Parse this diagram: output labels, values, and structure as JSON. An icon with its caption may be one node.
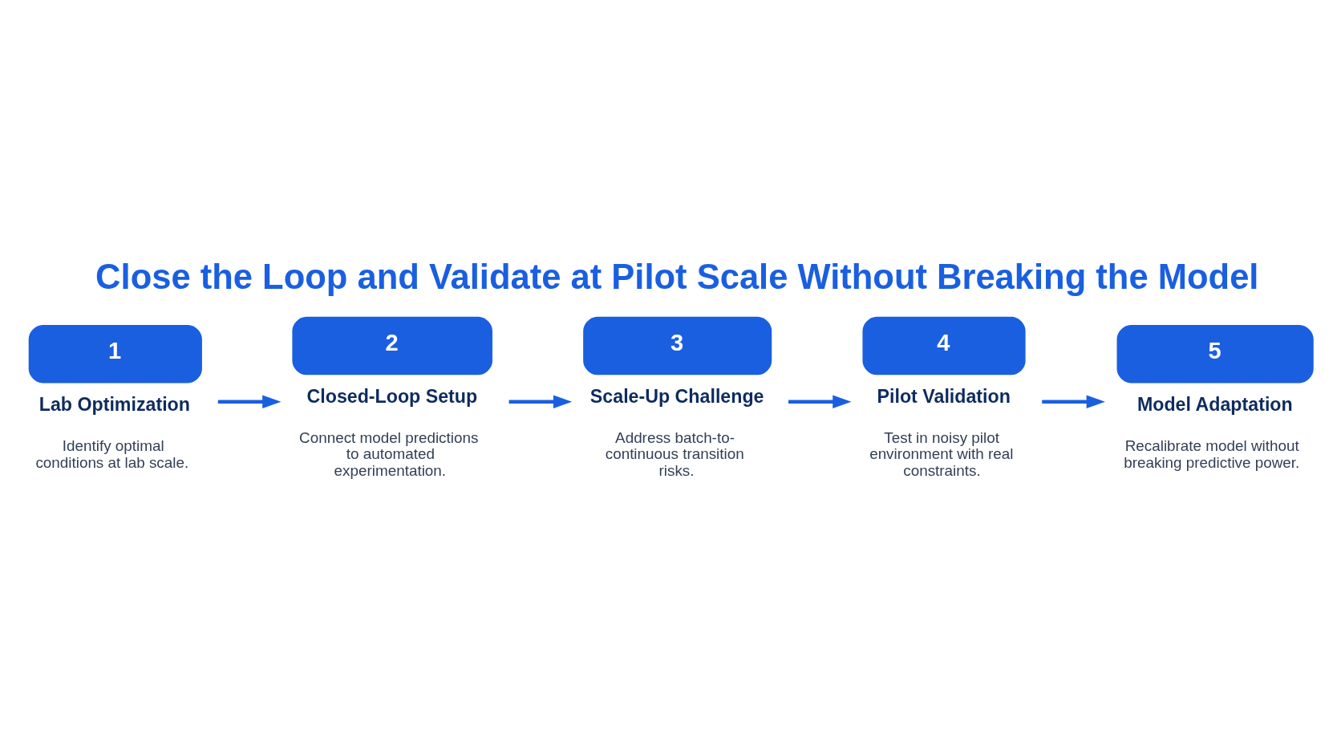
{
  "diagram": {
    "title": "Close the Loop and Validate at Pilot Scale Without Breaking the Model",
    "nodes": [
      {
        "text": [
          "1",
          "Lab Optimization",
          "Identify optimal conditions at lab scale."
        ]
      },
      {
        "text": [
          "2",
          "Closed-Loop Setup",
          "Connect model predictions to automated experimentation."
        ]
      },
      {
        "text": [
          "3",
          "Scale-Up Challenge",
          "Address batch-to-continuous transition risks."
        ]
      },
      {
        "text": [
          "4",
          "Pilot Validation",
          "Test in noisy pilot environment with real constraints."
        ]
      },
      {
        "text": [
          "5",
          "Model Adaptation",
          "Recalibrate model without breaking predictive power."
        ]
      }
    ],
    "edges": [
      {
        "from": 0,
        "to": 1,
        "arrow": "to"
      },
      {
        "from": 1,
        "to": 2,
        "arrow": "to"
      },
      {
        "from": 2,
        "to": 3,
        "arrow": "to"
      },
      {
        "from": 3,
        "to": 4,
        "arrow": "to"
      }
    ]
  }
}
